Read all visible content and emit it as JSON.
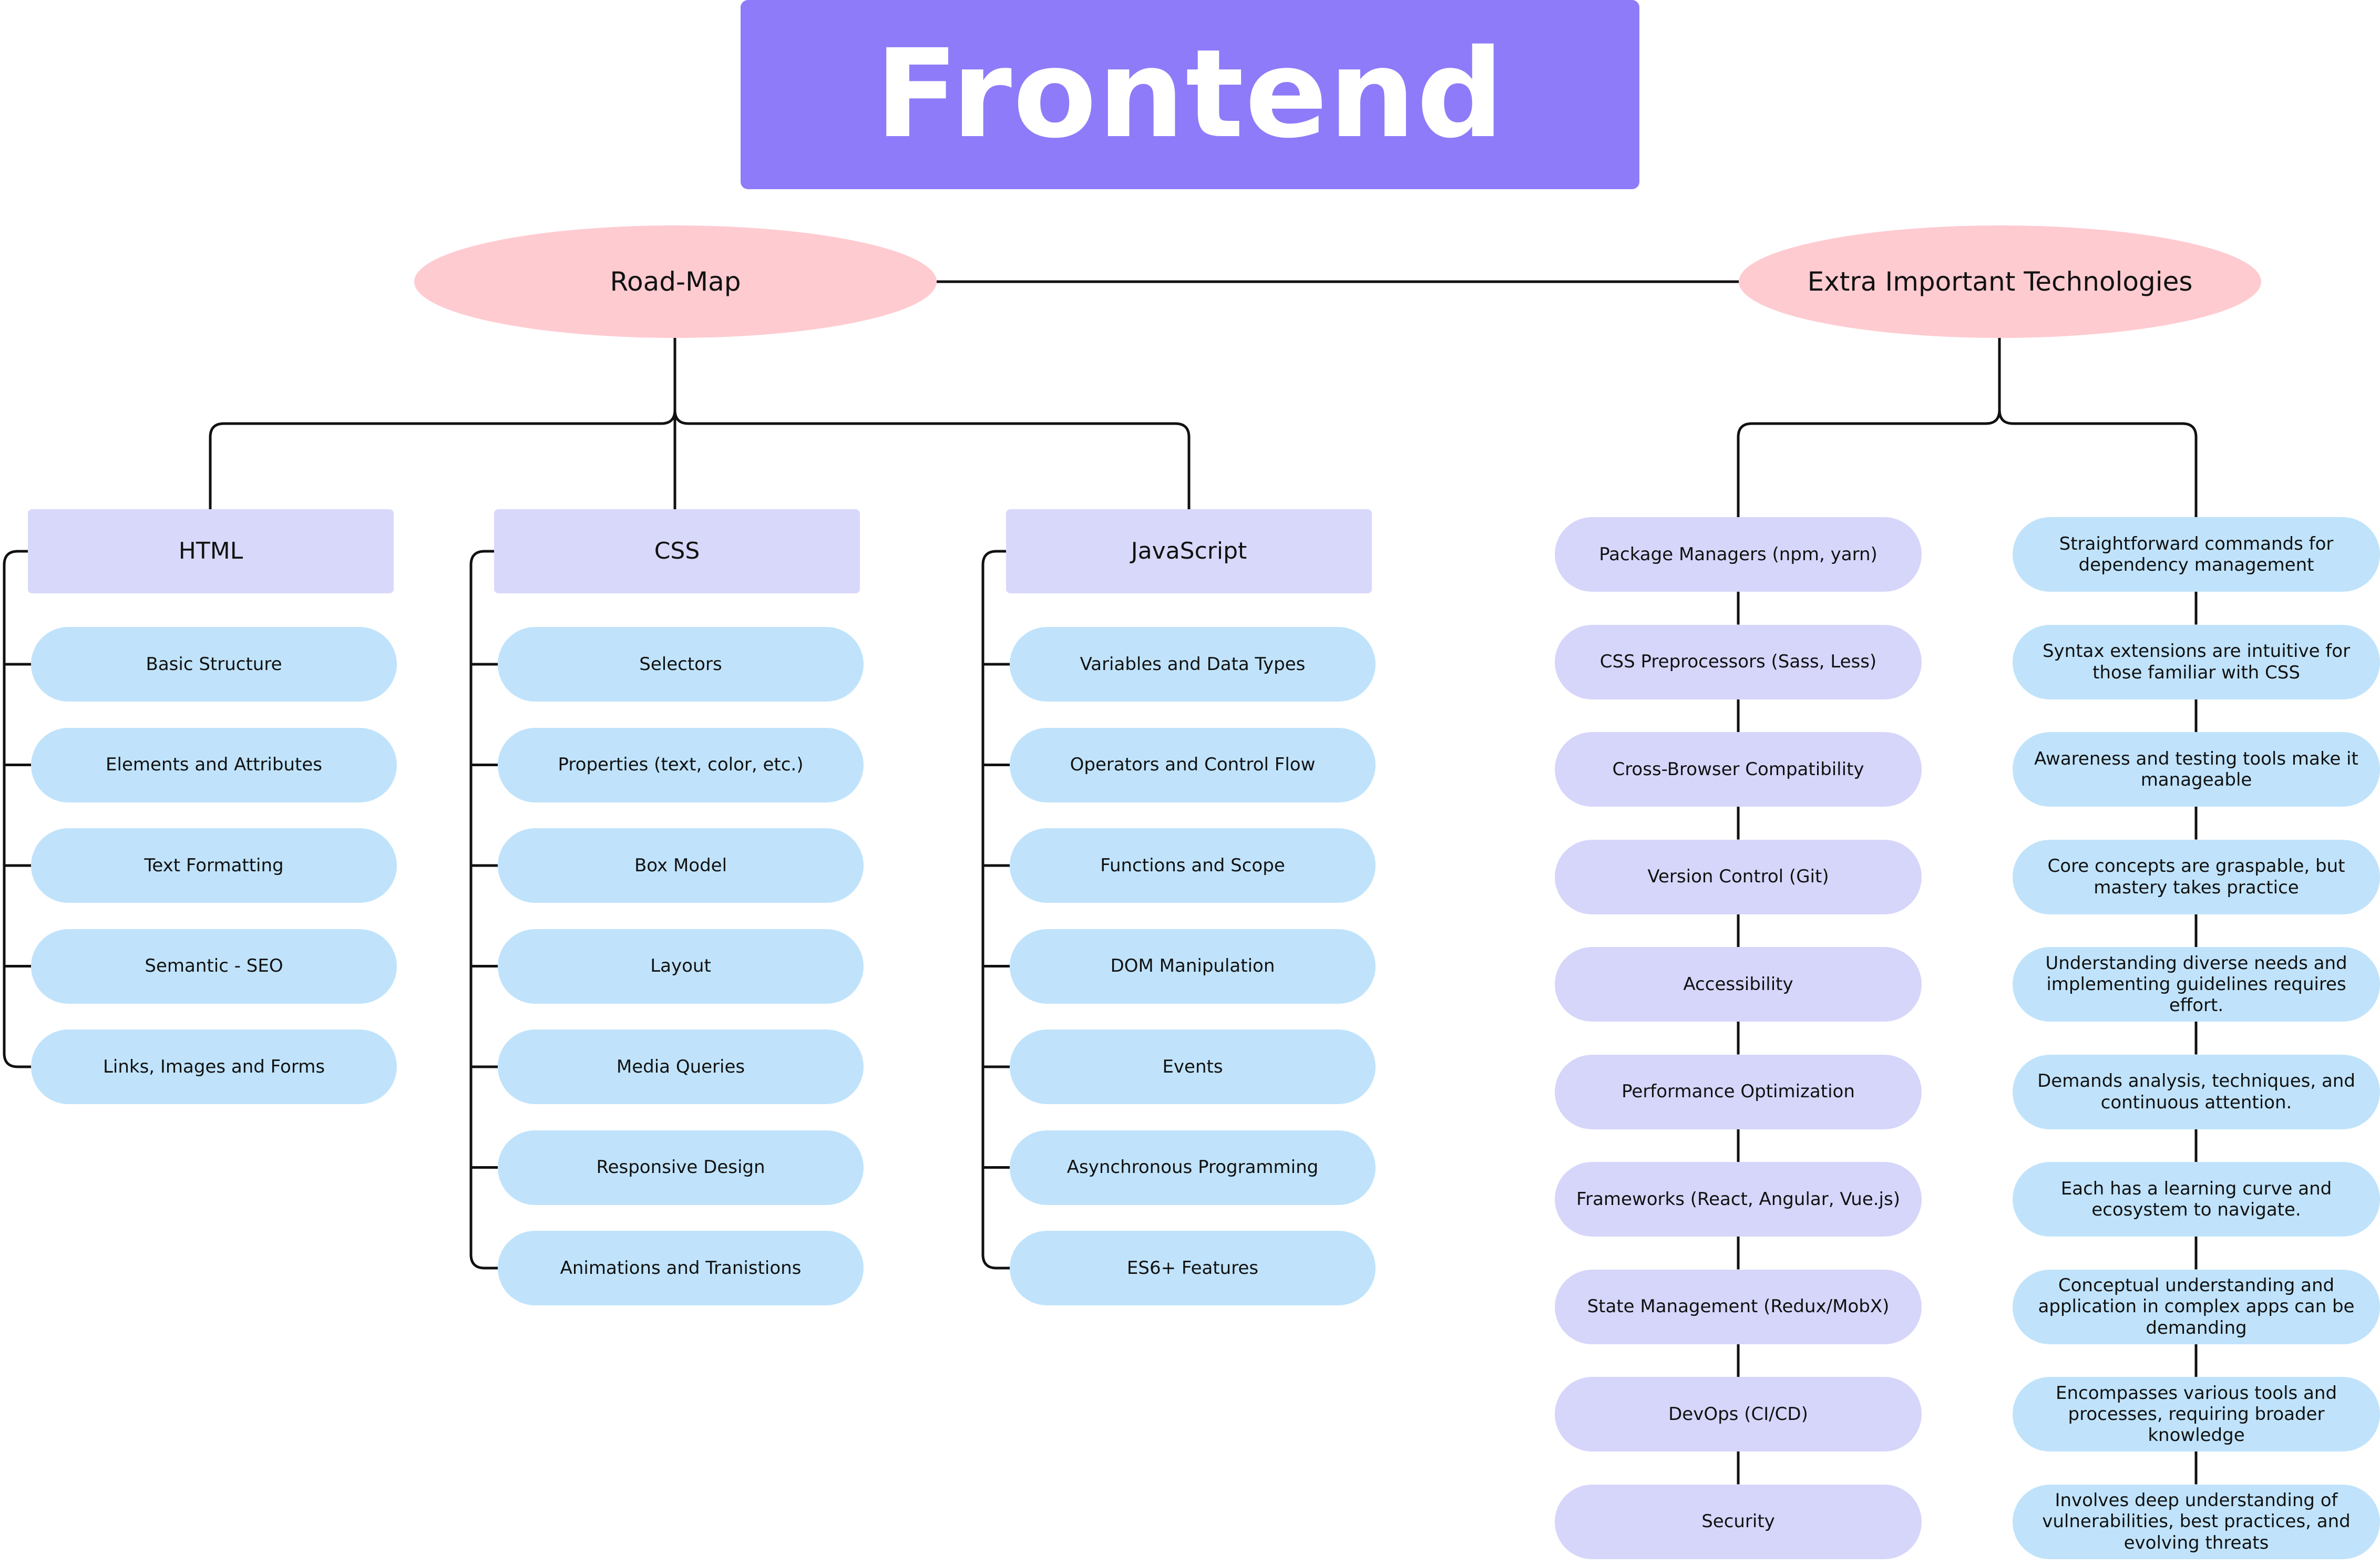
{
  "title": "Frontend",
  "roadmap": {
    "label": "Road-Map",
    "columns": [
      {
        "heading": "HTML",
        "items": [
          "Basic Structure",
          "Elements and Attributes",
          "Text Formatting",
          "Semantic - SEO",
          "Links, Images and Forms"
        ]
      },
      {
        "heading": "CSS",
        "items": [
          "Selectors",
          "Properties (text, color, etc.)",
          "Box Model",
          "Layout",
          "Media Queries",
          "Responsive Design",
          "Animations and Tranistions"
        ]
      },
      {
        "heading": "JavaScript",
        "items": [
          "Variables and Data Types",
          "Operators and Control Flow",
          "Functions and Scope",
          "DOM Manipulation",
          "Events",
          "Asynchronous Programming",
          "ES6+ Features"
        ]
      }
    ]
  },
  "extras": {
    "label": "Extra Important Technologies",
    "technologies": [
      "Package Managers (npm, yarn)",
      "CSS Preprocessors (Sass, Less)",
      "Cross-Browser Compatibility",
      "Version Control (Git)",
      "Accessibility",
      "Performance Optimization",
      "Frameworks (React, Angular, Vue.js)",
      "State Management (Redux/MobX)",
      "DevOps (CI/CD)",
      "Security"
    ],
    "notes": [
      "Straightforward commands for dependency management",
      "Syntax extensions are intuitive for those familiar with CSS",
      "Awareness and testing tools make it manageable",
      "Core concepts are graspable, but mastery takes practice",
      "Understanding diverse needs and implementing guidelines requires effort.",
      "Demands analysis, techniques, and continuous attention.",
      "Each has a learning curve and ecosystem to navigate.",
      "Conceptual understanding and application in complex apps can be demanding",
      "Encompasses various tools and processes, requiring broader knowledge",
      "Involves deep understanding of vulnerabilities, best practices, and evolving threats"
    ]
  },
  "colors": {
    "title_bg": "#8e7bf9",
    "ellipse": "#fecbd1",
    "header": "#d8d8fb",
    "item": "#c0e3fb",
    "tech": "#d6d6fb",
    "line": "#111111"
  }
}
